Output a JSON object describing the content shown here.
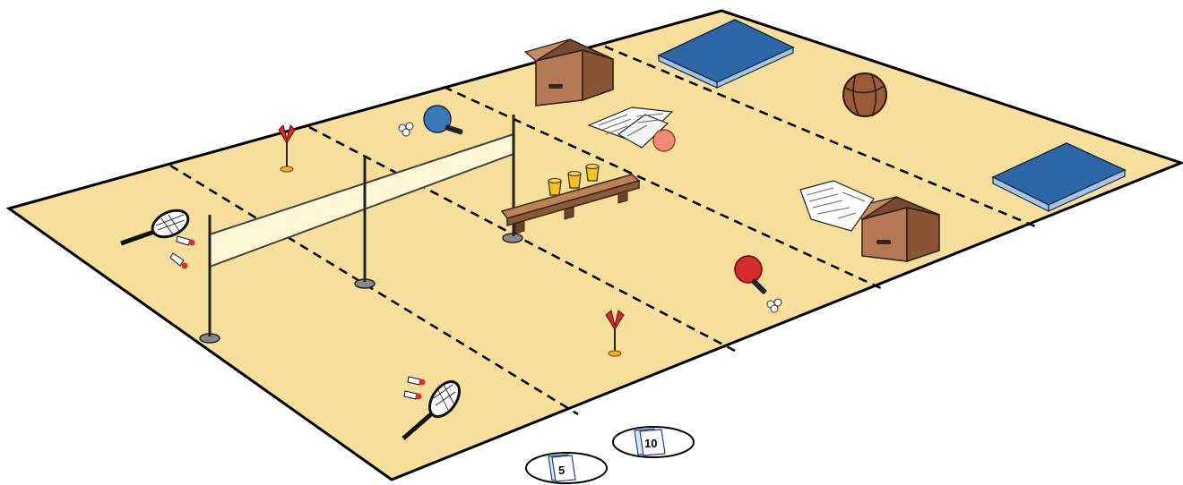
{
  "court": {
    "floor_color": "#f6de9b",
    "line_color": "#000000",
    "dash_color": "#000000"
  },
  "colors": {
    "mat": "#2d67a8",
    "mat_dark": "#1f4f86",
    "mat_side": "#a9c3de",
    "box": "#b47a55",
    "box_dark": "#8a5535",
    "bench": "#9b6a45",
    "cup": "#f2c318",
    "paddle_blue": "#3a79b8",
    "paddle_red": "#d42b2b",
    "shuttle_red": "#d92f2f",
    "ball": "#9a5c38",
    "net": "#fff6d6"
  },
  "stations": [
    {
      "name": "badminton-net-station"
    },
    {
      "name": "table-tennis-station"
    },
    {
      "name": "cups-bench-station"
    },
    {
      "name": "mats-ball-station"
    }
  ],
  "icons": [
    "tennis-racket-icon",
    "shuttlecock-icon",
    "dart-icon",
    "net-pole-icon",
    "table-tennis-paddle-icon",
    "ping-pong-balls-icon",
    "cardboard-box-icon",
    "gym-mat-icon",
    "basketball-icon",
    "newspaper-icon",
    "bench-icon",
    "cup-icon",
    "task-card-icon"
  ],
  "cards": [
    {
      "number": "5"
    },
    {
      "number": "10"
    }
  ]
}
